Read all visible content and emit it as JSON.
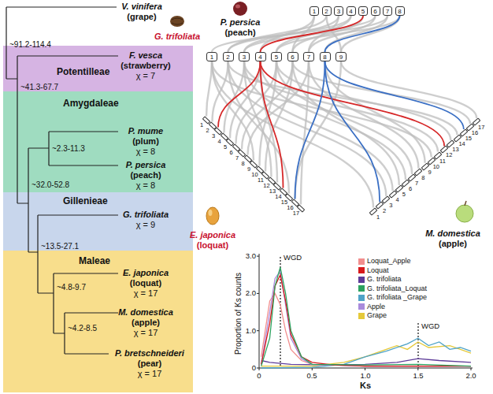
{
  "diagram": {
    "nodes": [
      {
        "text": [
          "Potentilleae"
        ]
      },
      {
        "text": [
          "Amygdaleae"
        ]
      },
      {
        "text": [
          "Gillenieae"
        ]
      },
      {
        "text": [
          "Maleae"
        ]
      },
      {
        "text": [
          "1"
        ]
      },
      {
        "text": [
          "2"
        ]
      },
      {
        "text": [
          "3"
        ]
      },
      {
        "text": [
          "4"
        ]
      },
      {
        "text": [
          "5"
        ]
      },
      {
        "text": [
          "6"
        ]
      },
      {
        "text": [
          "7"
        ]
      },
      {
        "text": [
          "8"
        ]
      },
      {
        "text": [
          "1"
        ]
      },
      {
        "text": [
          "2"
        ]
      },
      {
        "text": [
          "3"
        ]
      },
      {
        "text": [
          "4"
        ]
      },
      {
        "text": [
          "5"
        ]
      },
      {
        "text": [
          "6"
        ]
      },
      {
        "text": [
          "7"
        ]
      },
      {
        "text": [
          "8"
        ]
      },
      {
        "text": [
          "9"
        ]
      },
      {
        "text": [
          "1"
        ]
      },
      {
        "text": [
          "2"
        ]
      },
      {
        "text": [
          "3"
        ]
      },
      {
        "text": [
          "4"
        ]
      },
      {
        "text": [
          "5"
        ]
      },
      {
        "text": [
          "6"
        ]
      },
      {
        "text": [
          "7"
        ]
      },
      {
        "text": [
          "8"
        ]
      },
      {
        "text": [
          "9"
        ]
      },
      {
        "text": [
          "10"
        ]
      },
      {
        "text": [
          "11"
        ]
      },
      {
        "text": [
          "12"
        ]
      },
      {
        "text": [
          "13"
        ]
      },
      {
        "text": [
          "14"
        ]
      },
      {
        "text": [
          "15"
        ]
      },
      {
        "text": [
          "16"
        ]
      },
      {
        "text": [
          "17"
        ]
      },
      {
        "text": [
          "1"
        ]
      },
      {
        "text": [
          "2"
        ]
      },
      {
        "text": [
          "3"
        ]
      },
      {
        "text": [
          "4"
        ]
      },
      {
        "text": [
          "5"
        ]
      },
      {
        "text": [
          "6"
        ]
      },
      {
        "text": [
          "7"
        ]
      },
      {
        "text": [
          "8"
        ]
      },
      {
        "text": [
          "9"
        ]
      },
      {
        "text": [
          "10"
        ]
      },
      {
        "text": [
          "11"
        ]
      },
      {
        "text": [
          "12"
        ]
      },
      {
        "text": [
          "13"
        ]
      },
      {
        "text": [
          "14"
        ]
      },
      {
        "text": [
          "15"
        ]
      },
      {
        "text": [
          "16"
        ]
      },
      {
        "text": [
          "17"
        ]
      }
    ],
    "edges": [
      {
        "from": 8,
        "to": 15,
        "arrow": "none"
      },
      {
        "from": 15,
        "to": 23,
        "arrow": "none"
      },
      {
        "from": 15,
        "to": 34,
        "arrow": "none"
      },
      {
        "from": 15,
        "to": 49,
        "arrow": "none"
      },
      {
        "from": 11,
        "to": 19,
        "arrow": "none"
      },
      {
        "from": 19,
        "to": 36,
        "arrow": "none"
      },
      {
        "from": 19,
        "to": 39,
        "arrow": "none"
      },
      {
        "from": 19,
        "to": 52,
        "arrow": "none"
      }
    ],
    "labels": [
      "V. vinifera",
      "(grape)",
      "~91.2-114.4",
      "F. vesca",
      "(strawberry)",
      "χ = 7",
      "~41.3-67.7",
      "P. mume",
      "(plum)",
      "χ = 8",
      "~2.3-11.3",
      "P. persica",
      "(peach)",
      "χ = 8",
      "~32.0-52.8",
      "G. trifoliata",
      "χ = 9",
      "~13.5-27.1",
      "E. japonica",
      "(loquat)",
      "χ = 17",
      "~4.8-9.7",
      "M. domestica",
      "(apple)",
      "χ = 17",
      "~4.2-8.5",
      "P. bretschneideri",
      "(pear)",
      "χ = 17",
      "P. persica",
      "(peach)",
      "G. trifoliata",
      "E. japonica",
      "(loquat)",
      "M. domestica",
      "(apple)",
      "WGD",
      "WGD",
      "3.0",
      "2.0",
      "1.0",
      "0",
      "0",
      "0.5",
      "1.0",
      "1.5",
      "2.0",
      "Proportion of Ks counts",
      "Ks"
    ],
    "legend": [
      {
        "text": "Loquat_Apple",
        "color": "#f28e8e"
      },
      {
        "text": "Loquat",
        "color": "#d7191c"
      },
      {
        "text": "G. trifoliata",
        "color": "#5e3c99"
      },
      {
        "text": "G. trifoliata_Loquat",
        "color": "#2ca25f"
      },
      {
        "text": "G. trifoliata _Grape",
        "color": "#4fa3c7"
      },
      {
        "text": "Apple",
        "color": "#a98bdc"
      },
      {
        "text": "Grape",
        "color": "#e5c93a"
      }
    ]
  }
}
